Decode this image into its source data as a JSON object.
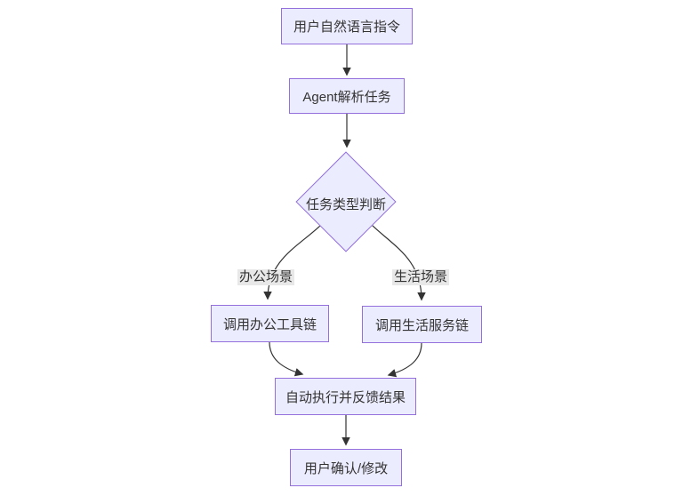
{
  "diagram": {
    "type": "flowchart",
    "direction": "top-down",
    "nodes": {
      "start": {
        "label": "用户自然语言指令",
        "shape": "rect"
      },
      "parse": {
        "label": "Agent解析任务",
        "shape": "rect"
      },
      "decision": {
        "label": "任务类型判断",
        "shape": "diamond"
      },
      "office": {
        "label": "调用办公工具链",
        "shape": "rect"
      },
      "life": {
        "label": "调用生活服务链",
        "shape": "rect"
      },
      "execute": {
        "label": "自动执行并反馈结果",
        "shape": "rect"
      },
      "confirm": {
        "label": "用户确认/修改",
        "shape": "rect"
      }
    },
    "edges": [
      {
        "from": "start",
        "to": "parse",
        "label": ""
      },
      {
        "from": "parse",
        "to": "decision",
        "label": ""
      },
      {
        "from": "decision",
        "to": "office",
        "label": "办公场景"
      },
      {
        "from": "decision",
        "to": "life",
        "label": "生活场景"
      },
      {
        "from": "office",
        "to": "execute",
        "label": ""
      },
      {
        "from": "life",
        "to": "execute",
        "label": ""
      },
      {
        "from": "execute",
        "to": "confirm",
        "label": ""
      }
    ],
    "edge_labels": {
      "office_branch": "办公场景",
      "life_branch": "生活场景"
    },
    "colors": {
      "node_fill": "#ECECFF",
      "node_border": "#9370DB",
      "edge_stroke": "#333333",
      "edge_label_bg": "#e8e8e8",
      "text": "#333333",
      "background": "#ffffff"
    }
  }
}
